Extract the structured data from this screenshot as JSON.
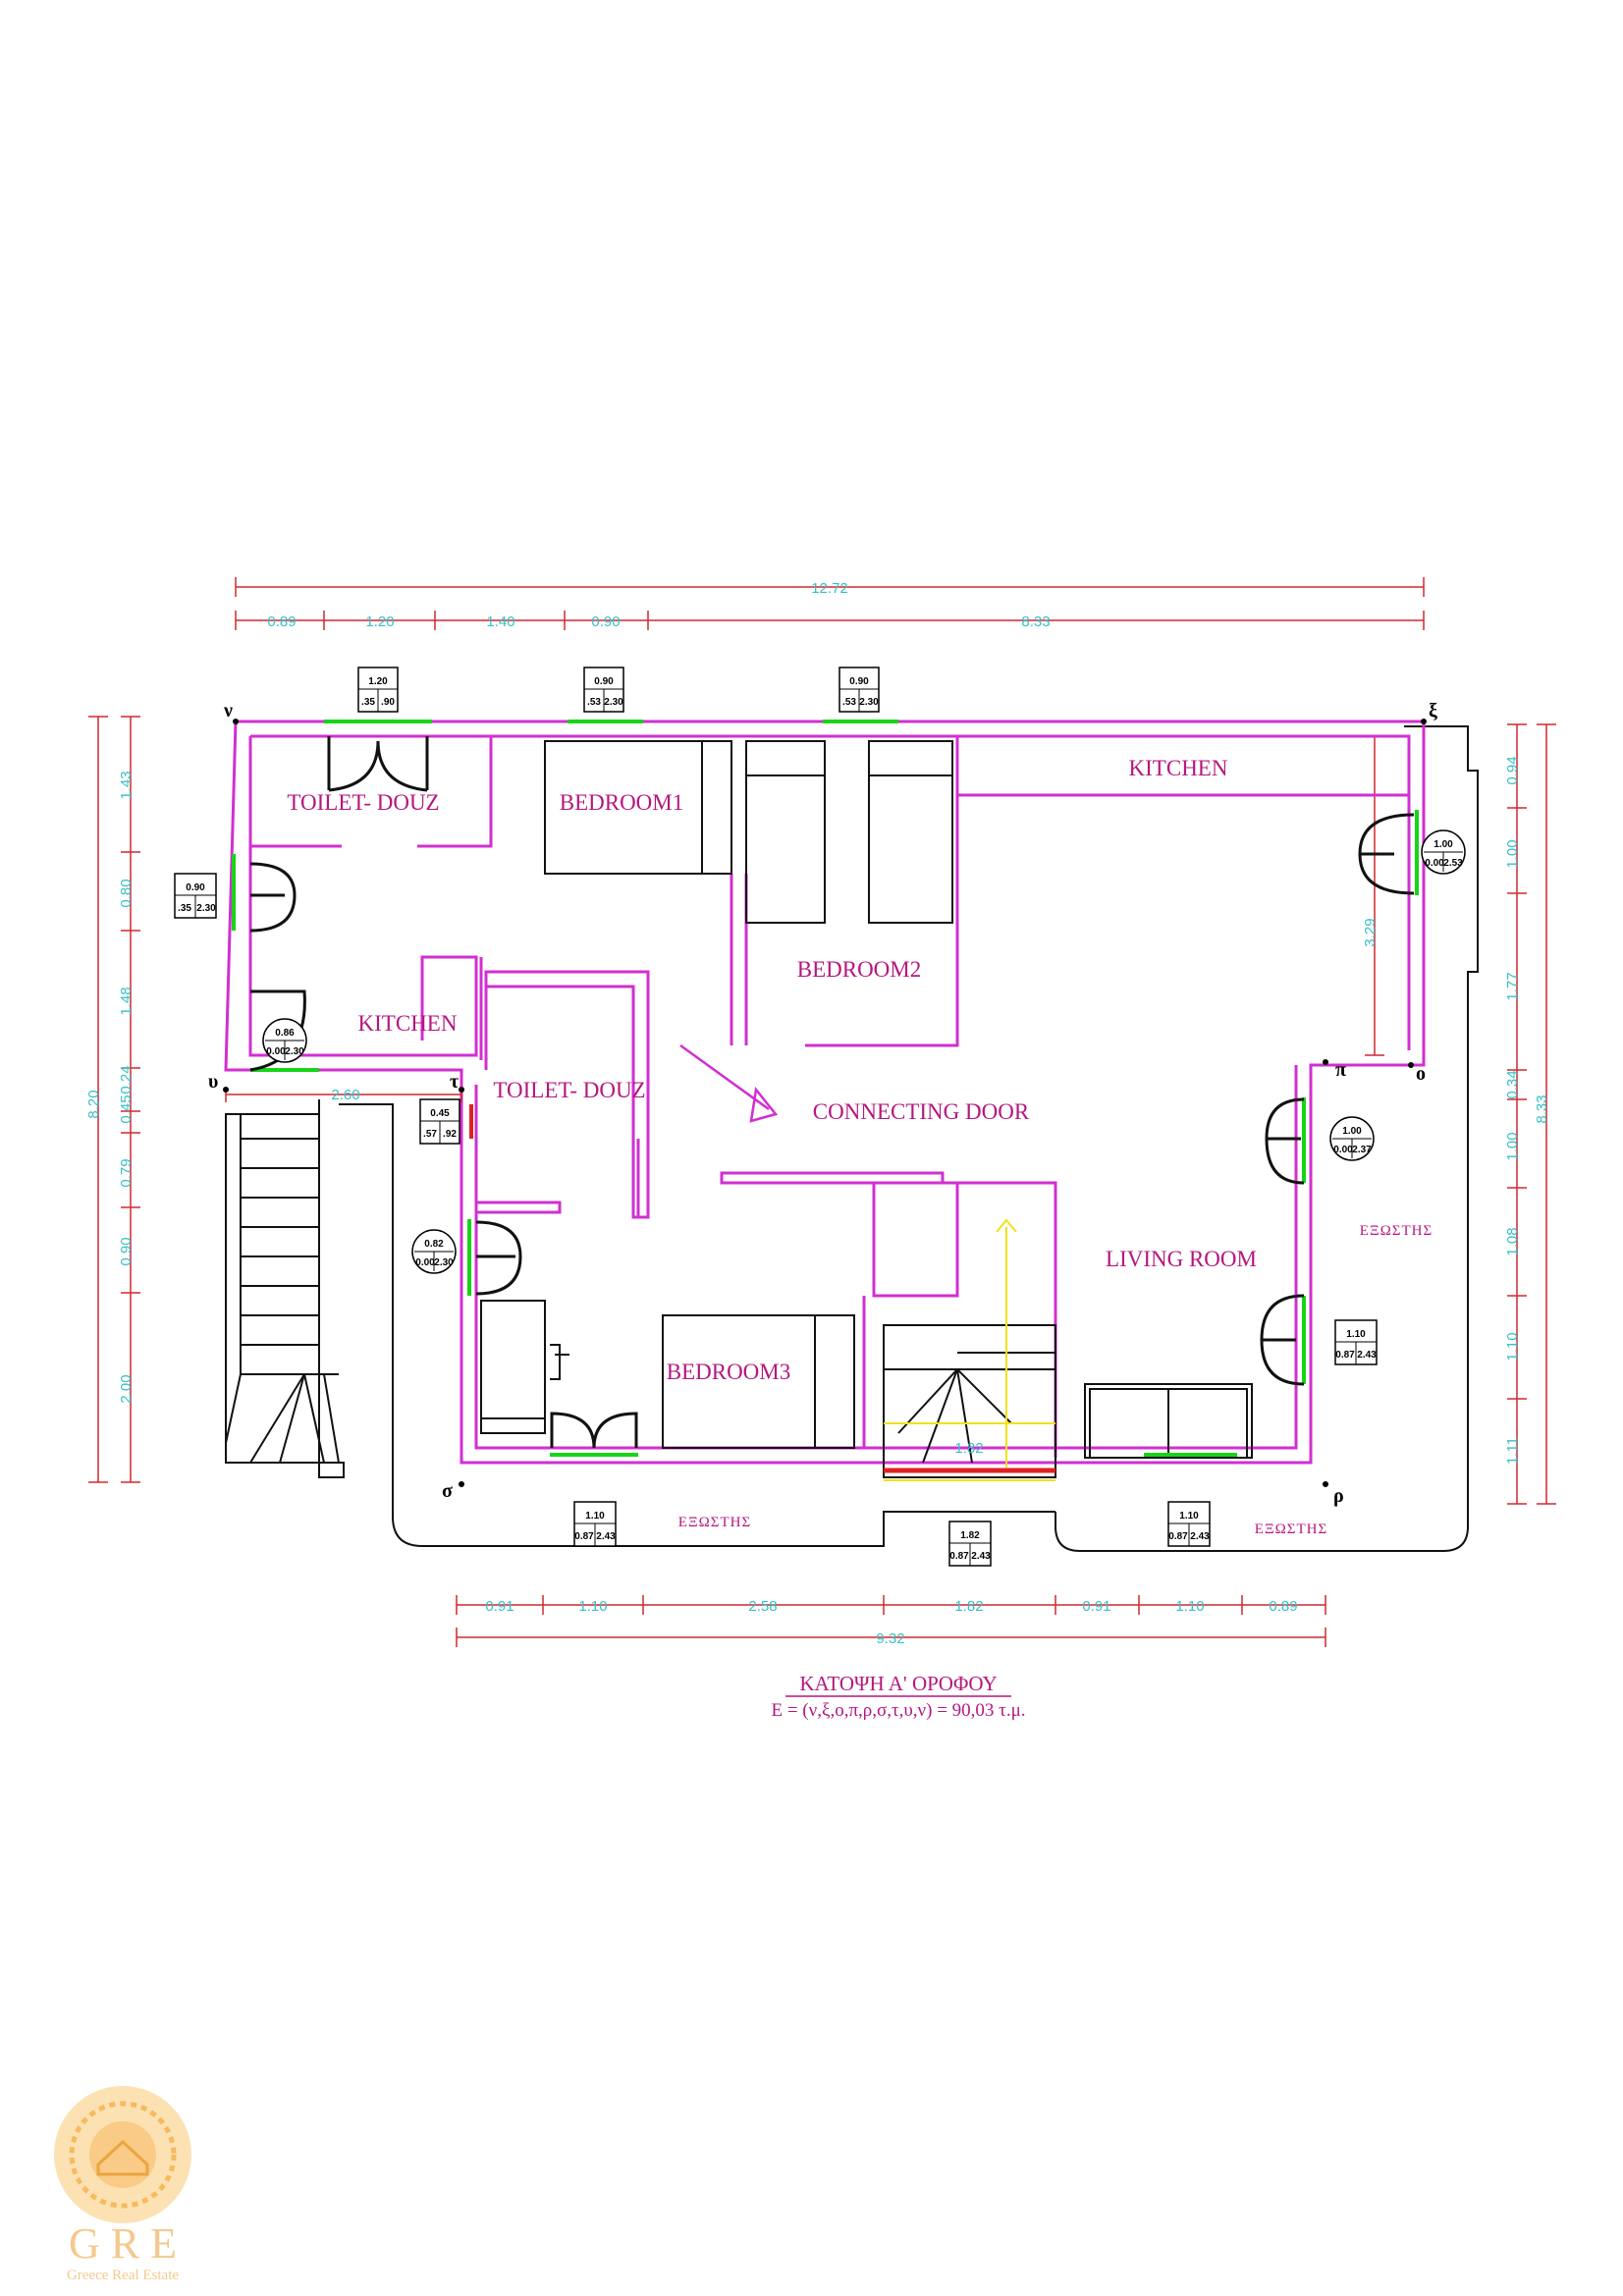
{
  "rooms": {
    "toilet_douz_1": "TOILET- DOUZ",
    "bedroom1": "BEDROOM1",
    "kitchen_top": "KITCHEN",
    "bedroom2": "BEDROOM2",
    "kitchen_small": "KITCHEN",
    "toilet_douz_2": "TOILET- DOUZ",
    "connecting_door": "CONNECTING DOOR",
    "living_room": "LIVING ROOM",
    "bedroom3": "BEDROOM3"
  },
  "exterior_labels": {
    "right": "ΕΞΩΣΤΗΣ",
    "bottom_center": "ΕΞΩΣΤΗΣ",
    "bottom_right": "ΕΞΩΣΤΗΣ"
  },
  "points": {
    "nu": "ν",
    "xi": "ξ",
    "omicron": "ο",
    "pi": "π",
    "rho": "ρ",
    "sigma": "σ",
    "tau": "τ",
    "upsilon": "υ"
  },
  "dims_top": {
    "total": "12.72",
    "d1": "0.89",
    "d2": "1.20",
    "d3": "1.40",
    "d4": "0.90",
    "d5": "8.33"
  },
  "dims_bottom": {
    "d1": "0.91",
    "d2": "1.10",
    "d3": "2.58",
    "d4": "1.82",
    "d5": "0.91",
    "d6": "1.10",
    "d7": "0.89",
    "total": "9.32"
  },
  "dims_left": {
    "total": "8.20",
    "d1": "1.43",
    "d2": "0.80",
    "d3": "1.48",
    "d4": "0.45",
    "d5": "0.24",
    "d6": "0.79",
    "d7": "0.90",
    "d8": "2.00"
  },
  "dims_right": {
    "total": "8.33",
    "d1": "0.94",
    "d2": "1.00",
    "d3": "1.77",
    "d4": "0.34",
    "d5": "1.00",
    "d6": "1.08",
    "d7": "1.10",
    "d8": "1.11",
    "inner": "3.29"
  },
  "dims_inner": {
    "w260": "2.60",
    "stair": "1.82"
  },
  "openings": {
    "t1": {
      "w": "1.20",
      "a": ".35",
      "b": ".90"
    },
    "t2": {
      "w": "0.90",
      "a": ".53",
      "b": "2.30"
    },
    "t3": {
      "w": "0.90",
      "a": ".53",
      "b": "2.30"
    },
    "l1": {
      "w": "0.90",
      "a": ".35",
      "b": "2.30"
    },
    "r1": {
      "w": "1.00",
      "a": "0.00",
      "b": "2.53"
    },
    "c1": {
      "w": "0.86",
      "a": "0.00",
      "b": "2.30"
    },
    "o045": {
      "w": "0.45",
      "a": ".57",
      "b": ".92"
    },
    "r2": {
      "w": "1.00",
      "a": "0.00",
      "b": "2.37"
    },
    "c2": {
      "w": "0.82",
      "a": "0.00",
      "b": "2.30"
    },
    "r3": {
      "w": "1.10",
      "a": "0.87",
      "b": "2.43"
    },
    "b1": {
      "w": "1.10",
      "a": "0.87",
      "b": "2.43"
    },
    "b2": {
      "w": "1.82",
      "a": "0.87",
      "b": "2.43"
    },
    "b3": {
      "w": "1.10",
      "a": "0.87",
      "b": "2.43"
    }
  },
  "title": {
    "heading": "ΚΑΤΟΨΗ Α' ΟΡΟΦΟΥ",
    "formula": "Ε = (ν,ξ,ο,π,ρ,σ,τ,υ,ν) = 90,03 τ.μ."
  },
  "logo": {
    "letters": "G R E",
    "subtitle": "Greece Real Estate"
  },
  "colors": {
    "wall": "#d12fd1",
    "dimension": "#36c0c6",
    "dim_line": "#d0282f",
    "window": "#18d418",
    "label": "#b5177f"
  }
}
